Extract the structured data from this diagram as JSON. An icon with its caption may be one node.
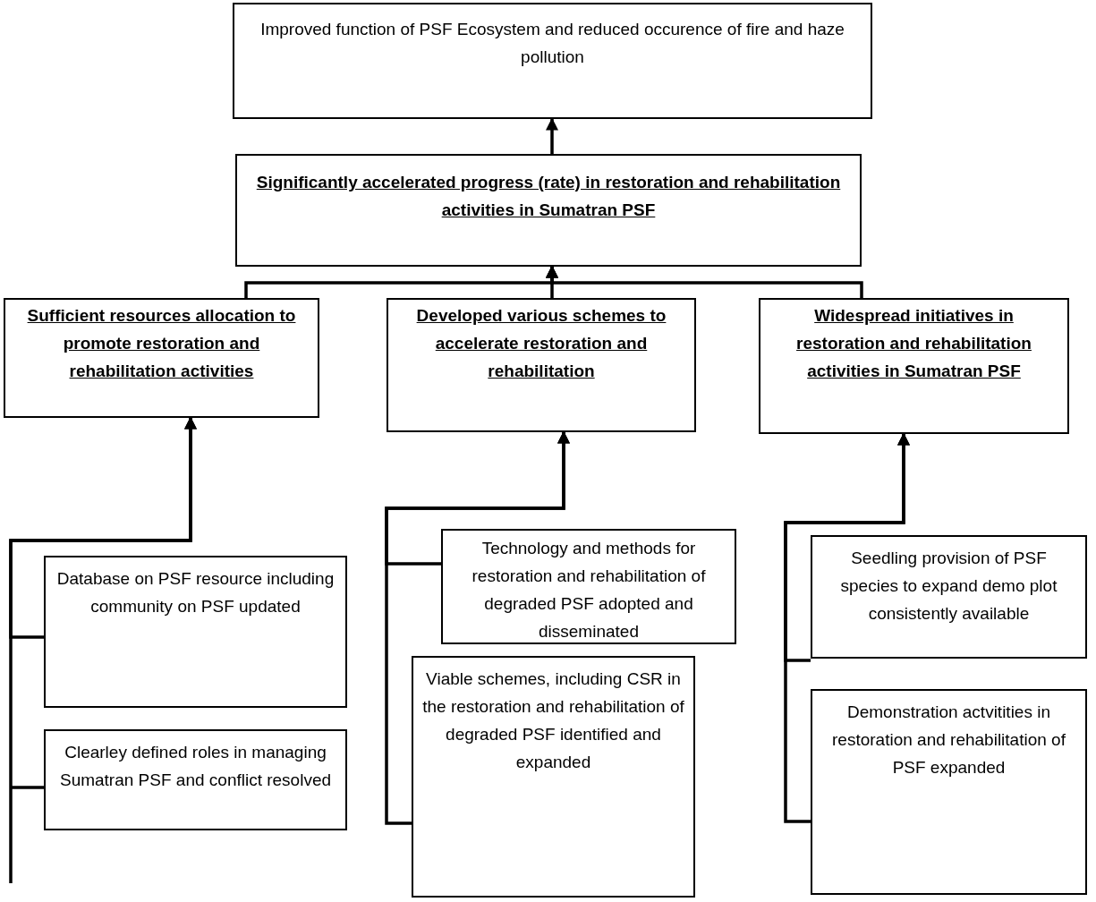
{
  "diagram": {
    "nodes": [
      {
        "text": [
          "Improved function of PSF Ecosystem and reduced occurence of fire and haze pollution"
        ]
      },
      {
        "text": [
          "Significantly accelerated progress (rate) in restoration and rehabilitation activities in Sumatran PSF"
        ]
      },
      {
        "text": [
          "Sufficient resources allocation to promote restoration and rehabilitation activities"
        ]
      },
      {
        "text": [
          "Developed various schemes to accelerate restoration and rehabilitation"
        ]
      },
      {
        "text": [
          "Widespread initiatives in restoration and rehabilitation activities in Sumatran PSF"
        ]
      },
      {
        "text": [
          "Database on PSF resource including community on PSF updated"
        ]
      },
      {
        "text": [
          "Clearley defined roles in managing Sumatran PSF and conflict resolved"
        ]
      },
      {
        "text": [
          "Technology and methods for restoration and rehabilitation of degraded PSF adopted and disseminated"
        ]
      },
      {
        "text": [
          "Viable schemes, including CSR in the restoration and rehabilitation of degraded PSF identified and expanded"
        ]
      },
      {
        "text": [
          "Seedling provision of PSF species to expand demo plot consistently available"
        ]
      },
      {
        "text": [
          "Demonstration actvitities in restoration and rehabilitation of PSF expanded"
        ]
      }
    ],
    "edges": [
      {
        "from": 1,
        "to": 0,
        "arrow": "to"
      },
      {
        "from": 2,
        "to": 1,
        "arrow": "to"
      },
      {
        "from": 3,
        "to": 1,
        "arrow": "to"
      },
      {
        "from": 4,
        "to": 1,
        "arrow": "to"
      },
      {
        "from": 5,
        "to": 2,
        "arrow": "to"
      },
      {
        "from": 6,
        "to": 2,
        "arrow": "to"
      },
      {
        "from": 7,
        "to": 3,
        "arrow": "to"
      },
      {
        "from": 8,
        "to": 3,
        "arrow": "to"
      },
      {
        "from": 9,
        "to": 4,
        "arrow": "to"
      },
      {
        "from": 10,
        "to": 4,
        "arrow": "to"
      }
    ]
  }
}
